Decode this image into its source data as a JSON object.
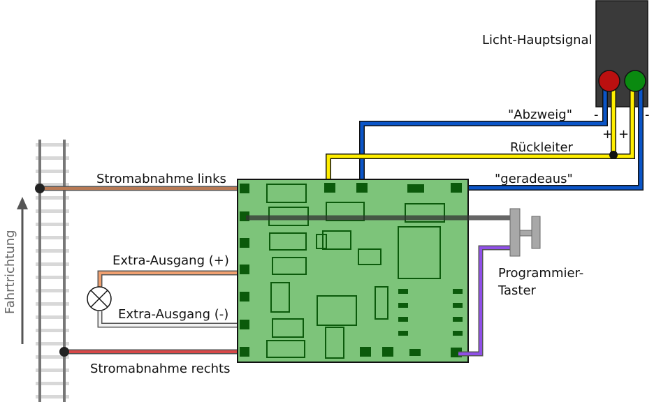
{
  "labels": {
    "signal": "Licht-Hauptsignal",
    "abzweig": "\"Abzweig\"",
    "rueckleiter": "Rückleiter",
    "geradeaus": "\"geradeaus\"",
    "minus_left": "-",
    "minus_right": "-",
    "plus_left": "+",
    "plus_right": "+",
    "strom_links": "Stromabnahme  links",
    "extra_plus": "Extra-Ausgang (+)",
    "extra_minus": "Extra-Ausgang (-)",
    "strom_rechts": "Stromabnahme rechts",
    "fahrtrichtung": "Fahrtrichtung",
    "taster_line1": "Programmier-",
    "taster_line2": "Taster"
  },
  "colors": {
    "board": "#7dc47a",
    "board_dark": "#0b5a0b",
    "blue_wire": "#0b55c8",
    "yellow_wire": "#ffee00",
    "brown_wire": "#b87a55",
    "orange_wire": "#f0a070",
    "white_wire": "#f2f2f2",
    "red_wire": "#d84848",
    "purple_wire": "#9050e8",
    "signal_body": "#3a3a3a",
    "led_red": "#bb1010",
    "led_green": "#0a8a10"
  }
}
